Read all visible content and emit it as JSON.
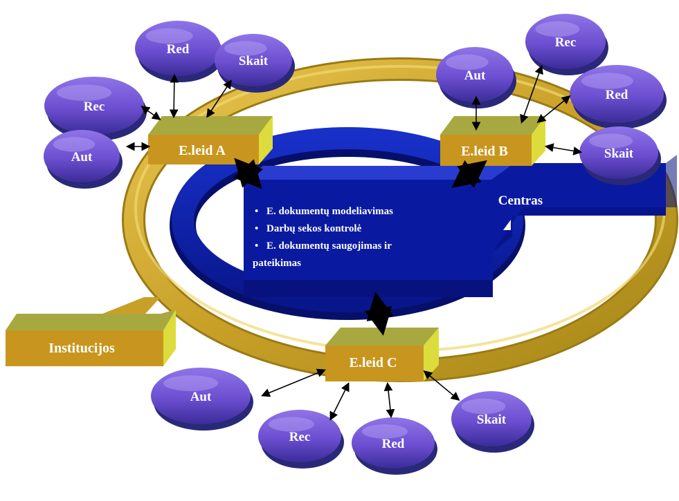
{
  "publishers": {
    "a": {
      "label": "E.leid A",
      "roles": {
        "red": "Red",
        "skait": "Skait",
        "rec": "Rec",
        "aut": "Aut"
      }
    },
    "b": {
      "label": "E.leid B",
      "roles": {
        "aut": "Aut",
        "rec": "Rec",
        "red": "Red",
        "skait": "Skait"
      }
    },
    "c": {
      "label": "E.leid C",
      "roles": {
        "aut": "Aut",
        "rec": "Rec",
        "red": "Red",
        "skait": "Skait"
      }
    }
  },
  "centre": {
    "label": "Centras",
    "bullets": [
      "E. dokumentų modeliavimas",
      "Darbų sekos kontrolė",
      "E. dokumentų saugojimas ir",
      "pateikimas"
    ]
  },
  "institutions": {
    "label": "Institucijos"
  },
  "colors": {
    "ring_gold": "#c8a028",
    "ring_gold_light": "#e6c24a",
    "box_face": "#c8961e",
    "box_top": "#a8a840",
    "box_side": "#dcdc3c",
    "centre_blue": "#0a1aa0",
    "blob_purple": "#6c4ed0",
    "blob_dark": "#2a2878",
    "text_white": "#ffffff",
    "arrow": "#000000"
  }
}
